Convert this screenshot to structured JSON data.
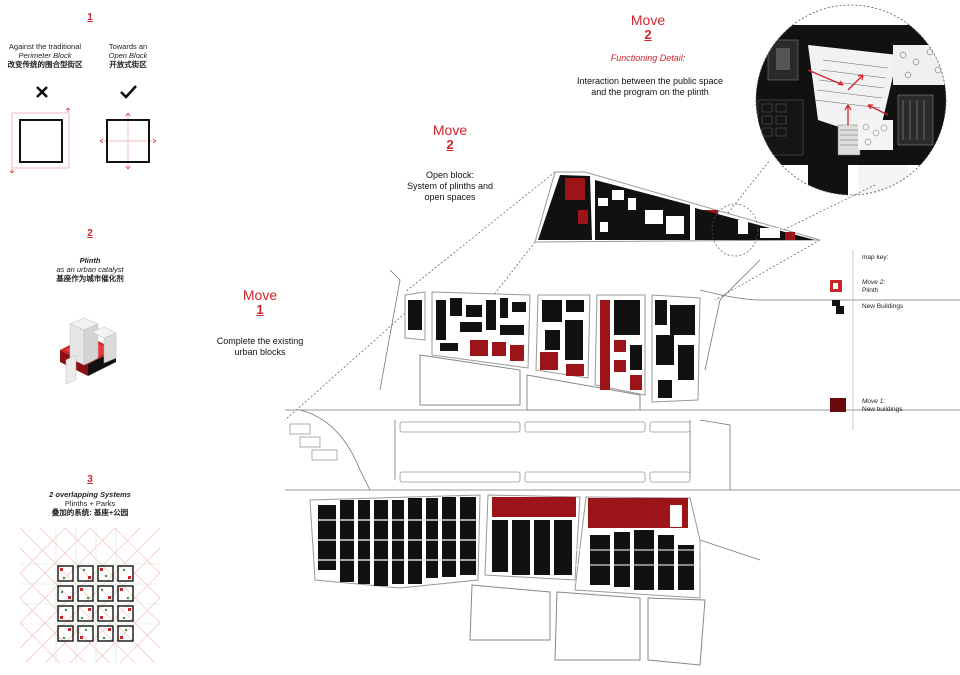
{
  "left_panel": {
    "step1": {
      "number": "1",
      "against_en_1": "Against the traditional",
      "against_en_2": "Perimeter Block",
      "against_cn": "改变传统的围合型街区",
      "towards_en_1": "Towards an",
      "towards_en_2": "Open Block",
      "towards_cn": "开放式街区",
      "cross_icon": "cross-icon",
      "check_icon": "check-icon"
    },
    "step2": {
      "number": "2",
      "title": "Plinth",
      "subtitle": "as an urban catalyst",
      "cn": "基座作为城市催化剂"
    },
    "step3": {
      "number": "3",
      "title": "2 overlapping Systems",
      "subtitle": "Plinths + Parks",
      "cn": "叠加的系统: 基座+公园"
    }
  },
  "move1": {
    "word": "Move",
    "number": "1",
    "desc_1": "Complete the existing",
    "desc_2": "urban blocks"
  },
  "move2_open": {
    "word": "Move",
    "number": "2",
    "desc_1": "Open block:",
    "desc_2": "System of plinths and",
    "desc_3": "open spaces"
  },
  "move2_detail": {
    "word": "Move",
    "number": "2",
    "subtitle": "Functioning Detail:",
    "desc_1": "Interaction between the public space",
    "desc_2": "and the program on the plinth"
  },
  "map_key": {
    "title": "map key:",
    "item1_line1": "Move 2:",
    "item1_line2": "Plinth",
    "item2": "New Buildings",
    "item3_line1": "Move 1:",
    "item3_line2": "New buildings"
  },
  "colors": {
    "accent_red": "#d0242c",
    "plinth_red": "#9c1418",
    "dark_red": "#6b0a0d",
    "building_black": "#111111"
  }
}
